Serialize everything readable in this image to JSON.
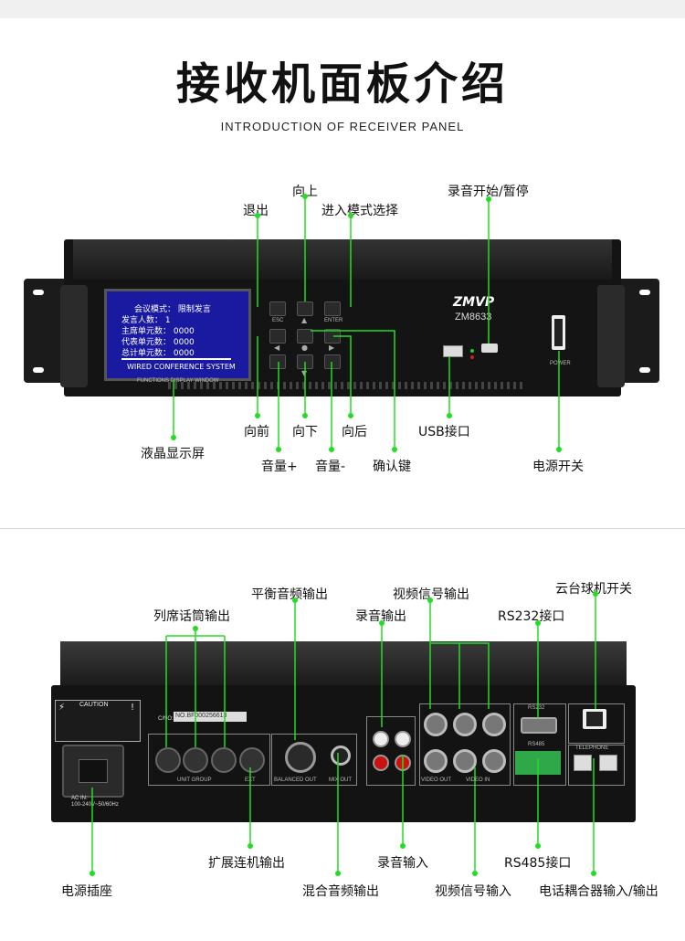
{
  "header": {
    "title": "接收机面板介绍",
    "subtitle": "INTRODUCTION OF RECEIVER PANEL"
  },
  "front_panel": {
    "brand": "ZMVP",
    "model": "ZM8633",
    "lcd": {
      "rows": [
        "会议模式：  限制发言",
        "发言人数：    1",
        "主席单元数：  0000",
        "代表单元数：  0000",
        "总计单元数：  0000"
      ],
      "banner": "WIRED CONFERENCE SYSTEM"
    },
    "small_text": {
      "functions": "FUNCTIONS DISPLAY WINDOW",
      "esc": "ESC",
      "enter": "ENTER",
      "power": "POWER"
    },
    "labels": {
      "exit": "退出",
      "up": "向上",
      "enter_mode": "进入模式选择",
      "record": "录音开始/暂停",
      "left": "向前",
      "down": "向下",
      "right": "向后",
      "usb": "USB接口",
      "lcd": "液晶显示屏",
      "vol_up": "音量+",
      "vol_down": "音量-",
      "confirm": "确认键",
      "power_switch": "电源开关"
    }
  },
  "rear_panel": {
    "small_text": {
      "caution": "CAUTION",
      "unit_group": "UNIT GROUP",
      "ext": "EXT",
      "balanced_out": "BALANCED OUT",
      "mix_out": "MIX OUT",
      "video_out": "VIDEO OUT",
      "video_in": "VIDEO IN",
      "rs232": "RS232",
      "rs485": "RS485",
      "telephone": "TELEPHONE",
      "ac_in": "AC IN:",
      "ac_spec": "100-240V~50/60Hz",
      "serial_no": "C/NO:",
      "serial_value": "NO.BF000256613"
    },
    "labels": {
      "mic_out": "列席话筒输出",
      "balanced_audio_out": "平衡音频输出",
      "rec_out": "录音输出",
      "video_signal_out": "视频信号输出",
      "ptz_switch": "云台球机开关",
      "rs232_port": "RS232接口",
      "ext_out": "扩展连机输出",
      "rec_in": "录音输入",
      "rs485_port": "RS485接口",
      "power_socket": "电源插座",
      "mix_audio_out": "混合音频输出",
      "video_signal_in": "视频信号输入",
      "phone_coupler": "电话耦合器输入/输出"
    }
  },
  "colors": {
    "accent": "#22dd22",
    "device": "#111111",
    "lcd": "#1a1aa0"
  }
}
